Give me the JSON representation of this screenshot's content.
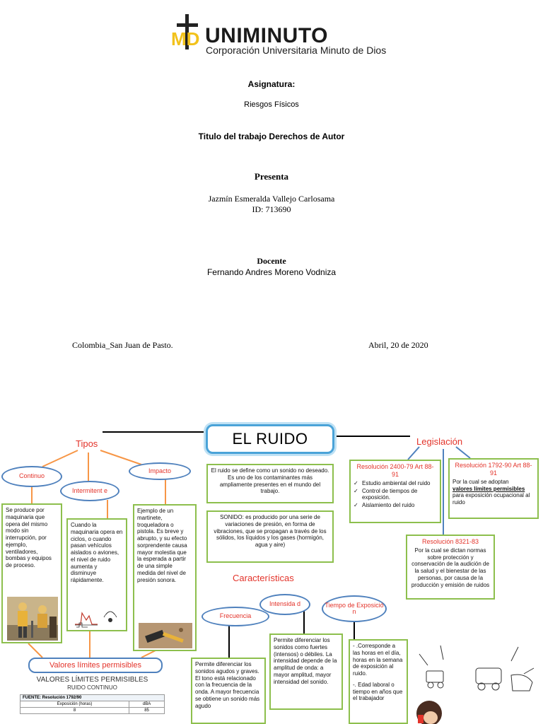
{
  "cover": {
    "logo_name": "UNIMINUTO",
    "logo_subtitle": "Corporación Universitaria Minuto de Dios",
    "asignatura_label": "Asignatura:",
    "asignatura_value": "Riesgos Físicos",
    "titulo": "Titulo del trabajo Derechos de Autor",
    "presenta_label": "Presenta",
    "autor": "Jazmín Esmeralda Vallejo Carlosama",
    "id": "ID: 713690",
    "docente_label": "Docente",
    "docente": "Fernando Andres Moreno Vodniza",
    "lugar": "Colombia_San Juan de Pasto.",
    "fecha": "Abril, 20 de 2020"
  },
  "map": {
    "title": "EL RUIDO",
    "tipos_label": "Tipos",
    "legislacion_label": "Legislación",
    "caracteristicas_label": "Características",
    "definicion": "El ruido se define como un sonido no deseado. Es uno de los contaminantes más ampliamente presentes en el mundo del trabajo.",
    "sonido": "SONIDO: es producido por una serie de variaciones de presión, en forma de vibraciones, que se propagan a través de los sólidos, los líquidos y los gases (hormigón, agua y aire)",
    "tipos": {
      "continuo": {
        "label": "Continuo",
        "text": "Se produce por maquinaria que opera del mismo modo sin interrupción, por ejemplo, ventiladores, bombas y equipos de proceso."
      },
      "intermitente": {
        "label": "Intermitent e",
        "text": "Cuando la maquinaria opera en ciclos, o cuando pasan vehículos aislados o aviones, el nivel de ruido aumenta y disminuye rápidamente."
      },
      "impacto": {
        "label": "Impacto",
        "text": "Ejemplo de un martinete, troqueladora o pistola. Es breve y abrupto, y su efecto sorprendente causa mayor molestia que la esperada a partir de una simple medida del nivel de presión sonora."
      }
    },
    "legislacion": {
      "res_2400": {
        "title": "Resolución 2400-79 Art 88-91",
        "items": [
          "Estudio ambiental del ruido",
          "Control de tiempos de exposición.",
          "Aislamiento del ruido"
        ]
      },
      "res_1792": {
        "title": "Resolución 1792-90 Art 88-91",
        "text_before": "Por la cual se adoptan",
        "text_underlined": "valores límites permisibles",
        "text_after": "para exposición ocupacional al ruido"
      },
      "res_8321": {
        "title": "Resolución 8321-83",
        "text": "Por la cual se dictan normas sobre protección y conservación de la audición de la salud y el bienestar de las personas, por causa de la producción y emisión de ruidos"
      }
    },
    "caracteristicas": {
      "frecuencia": {
        "label": "Frecuencia",
        "text": "Permite diferenciar los sonidos agudos y graves. El tono está relacionado con la frecuencia de la onda. A mayor frecuencia se obtiene un sonido más agudo"
      },
      "intensidad": {
        "label": "Intensida d",
        "text": "Permite diferenciar los sonidos como fuertes (intensos) o débiles. La intensidad depende de la amplitud de onda: a mayor amplitud, mayor intensidad del sonido."
      },
      "tiempo": {
        "label": "Tiempo de Exposició n",
        "text1": "- .Corresponde a las horas en el día, horas en la semana de exposición al ruido.",
        "text2": "-. Edad laboral o tiempo en años que el trabajador"
      }
    },
    "vlp": {
      "label": "Valores límites permisibles",
      "table_title": "VALORES LÍMITES PERMISIBLES",
      "table_subtitle": "RUIDO CONTINUO",
      "source": "FUENTE: Resolución 1792/90",
      "col1": "Exposición (horas)",
      "col2": "dBA",
      "row1_hours": "8",
      "row1_dba": "85"
    }
  },
  "colors": {
    "green_border": "#8dbf4d",
    "blue_border": "#4f81bd",
    "red_text": "#e3332a",
    "title_border": "#4aa3d8",
    "connector_orange": "#f79646"
  }
}
